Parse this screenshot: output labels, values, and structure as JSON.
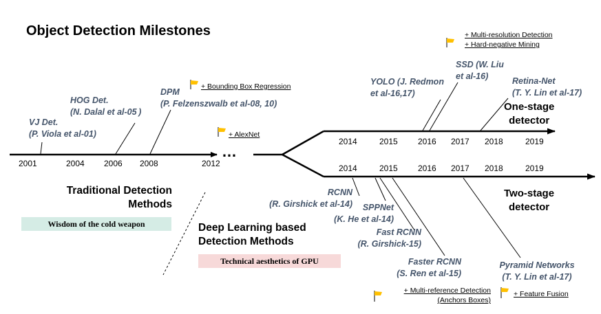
{
  "title": "Object Detection Milestones",
  "colors": {
    "method_text": "#44546a",
    "flag": "#ffc000",
    "badge_green": "#d5ece5",
    "badge_pink": "#f7d9d9",
    "line": "#000000"
  },
  "timeline": {
    "years": [
      "2001",
      "2004",
      "2006",
      "2008",
      "2012"
    ],
    "ellipsis": "…",
    "methods": [
      {
        "name": "VJ Det.",
        "author": "(P. Viola et al-01)"
      },
      {
        "name": "HOG Det.",
        "author": "(N. Dalal et al-05 )"
      },
      {
        "name": "DPM",
        "author": "(P. Felzenszwalb et al-08, 10)"
      }
    ],
    "notes": [
      "+ Bounding Box Regression",
      "+ AlexNet"
    ]
  },
  "one_stage": {
    "label": "One-stage\ndetector",
    "years": [
      "2014",
      "2015",
      "2016",
      "2017",
      "2018",
      "2019"
    ],
    "methods": [
      {
        "text": "YOLO (J. Redmon\net al-16,17)"
      },
      {
        "text": "SSD (W. Liu\net al-16)"
      },
      {
        "text": "Retina-Net\n(T. Y. Lin et al-17)"
      }
    ],
    "notes": [
      "+ Multi-resolution Detection",
      "+ Hard-negative Mining"
    ]
  },
  "two_stage": {
    "label": "Two-stage\ndetector",
    "years": [
      "2014",
      "2015",
      "2016",
      "2017",
      "2018",
      "2019"
    ],
    "methods": [
      {
        "text": "RCNN\n(R. Girshick et al-14)"
      },
      {
        "text": "SPPNet\n(K. He et al-14)"
      },
      {
        "text": "Fast RCNN\n(R. Girshick-15)"
      },
      {
        "text": "Faster RCNN\n(S. Ren et al-15)"
      },
      {
        "text": "Pyramid Networks\n(T. Y. Lin et al-17)"
      }
    ],
    "notes": [
      "+ Multi-reference Detection\n(Anchors Boxes)",
      "+ Feature Fusion"
    ]
  },
  "sections": {
    "traditional": {
      "heading": "Traditional Detection\nMethods",
      "badge": "Wisdom of the cold weapon"
    },
    "deep": {
      "heading": "Deep Learning based\nDetection Methods",
      "badge": "Technical aesthetics of GPU"
    }
  }
}
